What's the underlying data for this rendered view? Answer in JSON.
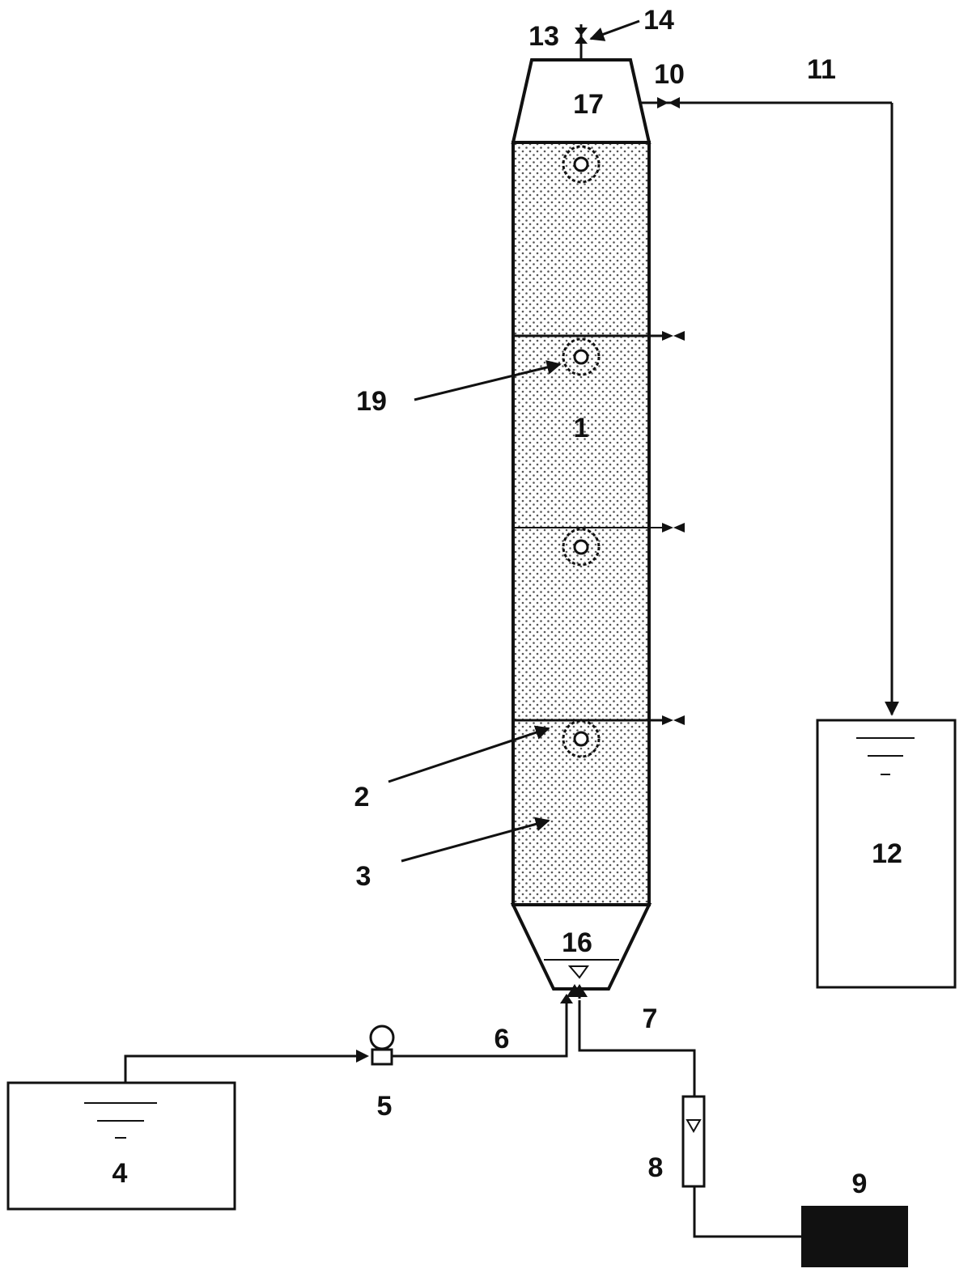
{
  "labels": {
    "l1": "1",
    "l2": "2",
    "l3": "3",
    "l4": "4",
    "l5": "5",
    "l6": "6",
    "l7": "7",
    "l8": "8",
    "l9": "9",
    "l10": "10",
    "l11": "11",
    "l12": "12",
    "l13": "13",
    "l14": "14",
    "l16": "16",
    "l17": "17",
    "l19": "19"
  },
  "colors": {
    "line": "#111111",
    "background": "#ffffff",
    "packing_dots": "#555555",
    "tank_9_fill": "#111111"
  }
}
